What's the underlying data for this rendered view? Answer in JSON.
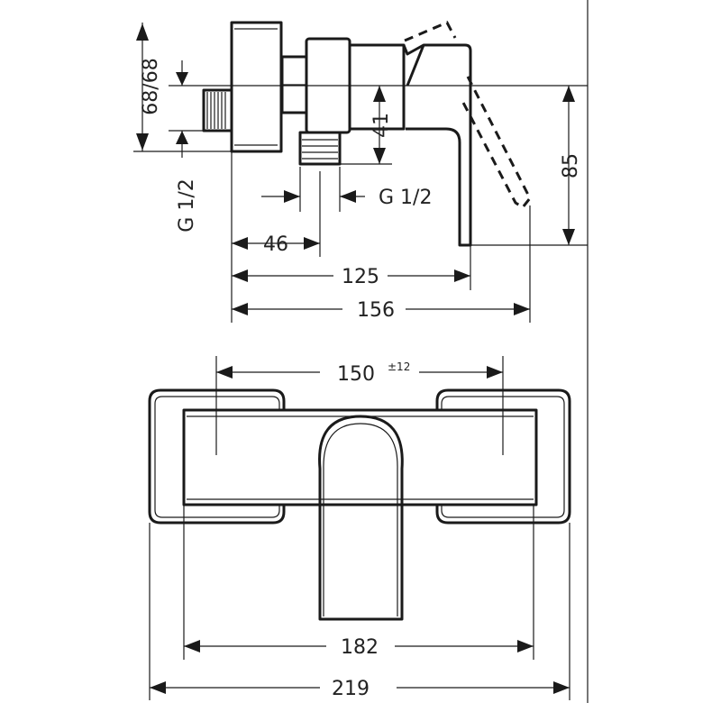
{
  "side_view": {
    "dim_height_left": "68/68",
    "dim_thread_left": "G 1/2",
    "dim_41": "41",
    "dim_thread_outlet": "G 1/2",
    "dim_46": "46",
    "dim_125": "125",
    "dim_156": "156",
    "dim_85": "85"
  },
  "front_view": {
    "dim_150": "150",
    "dim_150_tolerance": "±12",
    "dim_182": "182",
    "dim_219": "219"
  },
  "colors": {
    "line": "#1a1a1a",
    "background": "#ffffff"
  }
}
